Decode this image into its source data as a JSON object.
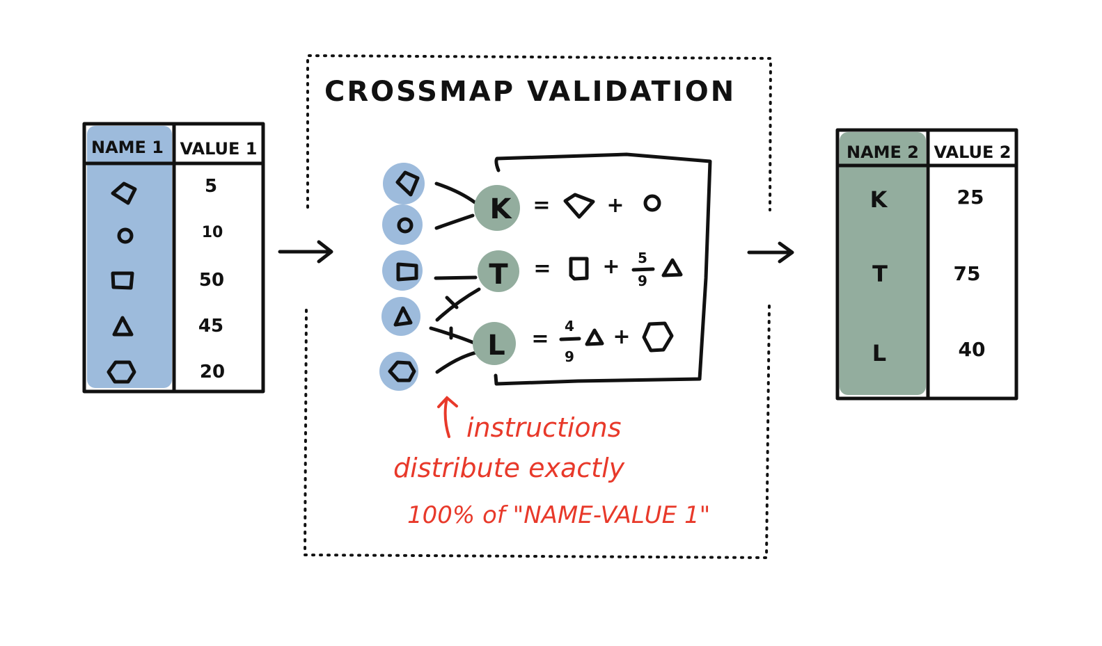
{
  "colors": {
    "source_fill": "#9dbbdc",
    "target_fill": "#93ad9e",
    "annotation": "#e8392a",
    "ink": "#111111"
  },
  "source_table": {
    "headers": [
      "NAME 1",
      "VALUE 1"
    ],
    "rows": [
      {
        "shape": "kite-icon",
        "value": "5"
      },
      {
        "shape": "circle-icon",
        "value": "10"
      },
      {
        "shape": "square-icon",
        "value": "50"
      },
      {
        "shape": "triangle-icon",
        "value": "45"
      },
      {
        "shape": "hexagon-icon",
        "value": "20"
      }
    ]
  },
  "crossmap": {
    "title": "CROSSMAP VALIDATION",
    "targets": [
      "K",
      "T",
      "L"
    ],
    "equations": [
      {
        "eq": "=",
        "plus": "+"
      },
      {
        "eq": "=",
        "plus": "+",
        "frac_num": "5",
        "frac_den": "9"
      },
      {
        "eq": "=",
        "plus": "+",
        "frac_num": "4",
        "frac_den": "9"
      }
    ],
    "annotation": {
      "line1": "instructions",
      "line2": "distribute exactly",
      "line3": "100% of \"NAME-VALUE 1\""
    }
  },
  "target_table": {
    "headers": [
      "NAME 2",
      "VALUE 2"
    ],
    "rows": [
      {
        "name": "K",
        "value": "25"
      },
      {
        "name": "T",
        "value": "75"
      },
      {
        "name": "L",
        "value": "40"
      }
    ]
  }
}
